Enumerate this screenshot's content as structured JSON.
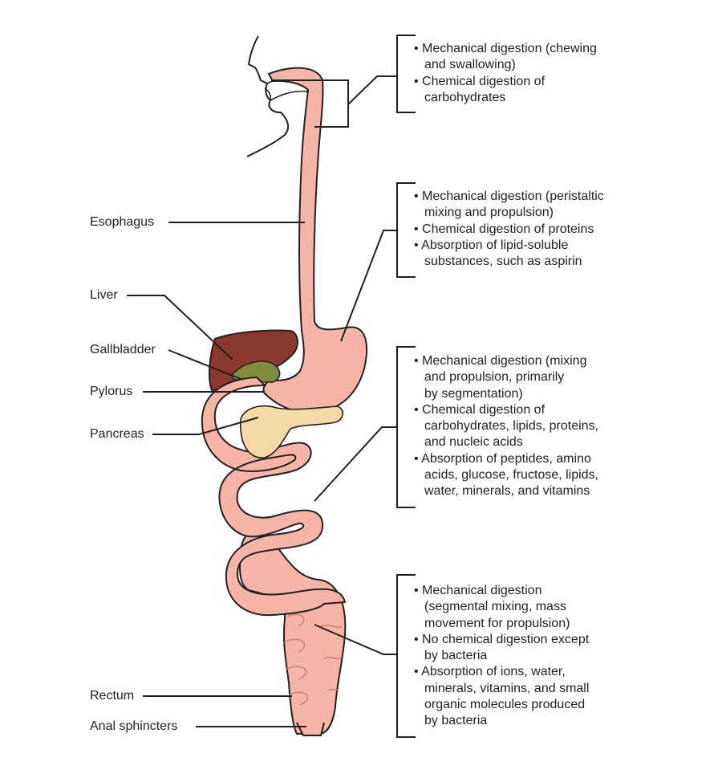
{
  "colors": {
    "tract": "#f4b5a7",
    "tract_dark": "#e89b8c",
    "liver": "#8b3a2e",
    "gallbladder": "#7f8d3c",
    "pancreas": "#f2d9a6",
    "line": "#231f20"
  },
  "labels": {
    "esophagus": "Esophagus",
    "liver": "Liver",
    "gallbladder": "Gallbladder",
    "pylorus": "Pylorus",
    "pancreas": "Pancreas",
    "rectum": "Rectum",
    "anal_sphincters": "Anal sphincters"
  },
  "descriptions": {
    "mouth": [
      [
        "• Mechanical digestion (chewing",
        "and swallowing)"
      ],
      [
        "• Chemical digestion of",
        "carbohydrates"
      ]
    ],
    "stomach": [
      [
        "• Mechanical digestion (peristaltic",
        "mixing and propulsion)"
      ],
      [
        "• Chemical digestion of proteins"
      ],
      [
        "• Absorption of lipid-soluble",
        "substances, such as aspirin"
      ]
    ],
    "small_intestine": [
      [
        "• Mechanical digestion (mixing",
        "and propulsion, primarily",
        "by segmentation)"
      ],
      [
        "• Chemical digestion of",
        "carbohydrates, lipids, proteins,",
        "and nucleic acids"
      ],
      [
        "• Absorption of peptides, amino",
        "acids, glucose, fructose, lipids,",
        "water, minerals, and vitamins"
      ]
    ],
    "large_intestine": [
      [
        "• Mechanical digestion",
        "(segmental mixing, mass",
        "movement for propulsion)"
      ],
      [
        "• No chemical digestion except",
        "by bacteria"
      ],
      [
        "• Absorption of ions, water,",
        "minerals, vitamins, and small",
        "organic molecules produced",
        "by bacteria"
      ]
    ]
  }
}
